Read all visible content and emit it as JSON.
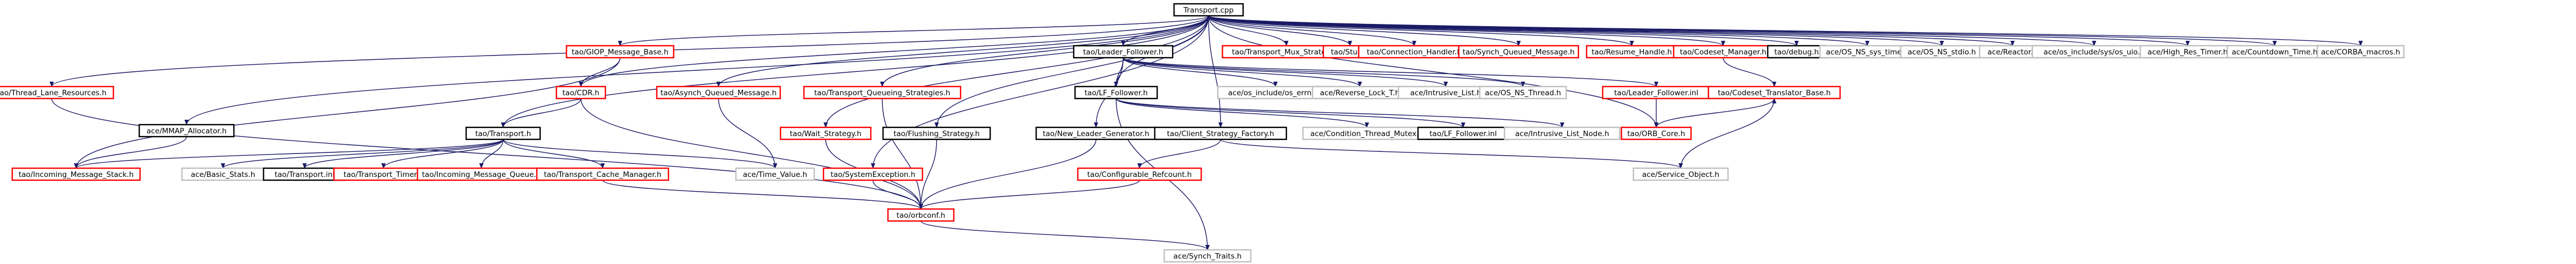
{
  "diagram": {
    "kind": "include-dependency-graph",
    "colors": {
      "root_fill": "#bfbfbf",
      "root_border": "#000000",
      "documented_border": "#ff0000",
      "external_border": "#bfbfbf",
      "internal_border": "#000000",
      "edge": "#1a1a66"
    },
    "nodes": [
      {
        "id": "transport_cpp",
        "label": "Transport.cpp",
        "kind": "root"
      },
      {
        "id": "thread_lane",
        "label": "tao/Thread_Lane_Resources.h",
        "kind": "documented"
      },
      {
        "id": "mmap_alloc",
        "label": "ace/MMAP_Allocator.h",
        "kind": "internal"
      },
      {
        "id": "giop_base",
        "label": "tao/GIOP_Message_Base.h",
        "kind": "documented"
      },
      {
        "id": "cdr",
        "label": "tao/CDR.h",
        "kind": "documented"
      },
      {
        "id": "asynch_queued",
        "label": "tao/Asynch_Queued_Message.h",
        "kind": "documented"
      },
      {
        "id": "transport_queueing",
        "label": "tao/Transport_Queueing_Strategies.h",
        "kind": "documented"
      },
      {
        "id": "wait_strategy",
        "label": "tao/Wait_Strategy.h",
        "kind": "documented"
      },
      {
        "id": "flushing",
        "label": "tao/Flushing_Strategy.h",
        "kind": "internal"
      },
      {
        "id": "leader_follower_h",
        "label": "tao/Leader_Follower.h",
        "kind": "internal"
      },
      {
        "id": "lf_follower",
        "label": "tao/LF_Follower.h",
        "kind": "internal"
      },
      {
        "id": "transport_mux",
        "label": "tao/Transport_Mux_Strategy.h",
        "kind": "documented"
      },
      {
        "id": "stub",
        "label": "tao/Stub.h",
        "kind": "documented"
      },
      {
        "id": "connection_handler",
        "label": "tao/Connection_Handler.h",
        "kind": "documented"
      },
      {
        "id": "synch_queued",
        "label": "tao/Synch_Queued_Message.h",
        "kind": "documented"
      },
      {
        "id": "resume_handle",
        "label": "tao/Resume_Handle.h",
        "kind": "documented"
      },
      {
        "id": "codeset_manager",
        "label": "tao/Codeset_Manager.h",
        "kind": "documented"
      },
      {
        "id": "debug",
        "label": "tao/debug.h",
        "kind": "internal"
      },
      {
        "id": "os_sys_time",
        "label": "ace/OS_NS_sys_time.h",
        "kind": "external"
      },
      {
        "id": "os_stdio",
        "label": "ace/OS_NS_stdio.h",
        "kind": "external"
      },
      {
        "id": "reactor",
        "label": "ace/Reactor.h",
        "kind": "external"
      },
      {
        "id": "os_uio",
        "label": "ace/os_include/sys/os_uio.h",
        "kind": "external"
      },
      {
        "id": "high_res_timer",
        "label": "ace/High_Res_Timer.h",
        "kind": "external"
      },
      {
        "id": "countdown_time",
        "label": "ace/Countdown_Time.h",
        "kind": "external"
      },
      {
        "id": "corba_macros",
        "label": "ace/CORBA_macros.h",
        "kind": "external"
      },
      {
        "id": "transport_h",
        "label": "tao/Transport.h",
        "kind": "internal"
      },
      {
        "id": "os_errno",
        "label": "ace/os_include/os_errno.h",
        "kind": "external"
      },
      {
        "id": "reverse_lock",
        "label": "ace/Reverse_Lock_T.h",
        "kind": "external"
      },
      {
        "id": "intrusive_list",
        "label": "ace/Intrusive_List.h",
        "kind": "external"
      },
      {
        "id": "os_thread",
        "label": "ace/OS_NS_Thread.h",
        "kind": "external"
      },
      {
        "id": "leader_follower_inl",
        "label": "tao/Leader_Follower.inl",
        "kind": "documented"
      },
      {
        "id": "codeset_translator",
        "label": "tao/Codeset_Translator_Base.h",
        "kind": "documented"
      },
      {
        "id": "orb_core",
        "label": "tao/ORB_Core.h",
        "kind": "documented"
      },
      {
        "id": "new_leader",
        "label": "tao/New_Leader_Generator.h",
        "kind": "internal"
      },
      {
        "id": "client_strategy",
        "label": "tao/Client_Strategy_Factory.h",
        "kind": "internal"
      },
      {
        "id": "condition_mutex",
        "label": "ace/Condition_Thread_Mutex.h",
        "kind": "external"
      },
      {
        "id": "lf_follower_inl",
        "label": "tao/LF_Follower.inl",
        "kind": "internal"
      },
      {
        "id": "intrusive_list_node",
        "label": "ace/Intrusive_List_Node.h",
        "kind": "external"
      },
      {
        "id": "incoming_stack",
        "label": "tao/Incoming_Message_Stack.h",
        "kind": "documented"
      },
      {
        "id": "basic_stats",
        "label": "ace/Basic_Stats.h",
        "kind": "external"
      },
      {
        "id": "transport_inl",
        "label": "tao/Transport.inl",
        "kind": "internal"
      },
      {
        "id": "transport_timer",
        "label": "tao/Transport_Timer.h",
        "kind": "documented"
      },
      {
        "id": "incoming_queue",
        "label": "tao/Incoming_Message_Queue.h",
        "kind": "documented"
      },
      {
        "id": "cache_manager",
        "label": "tao/Transport_Cache_Manager.h",
        "kind": "documented"
      },
      {
        "id": "time_value",
        "label": "ace/Time_Value.h",
        "kind": "external"
      },
      {
        "id": "system_exception",
        "label": "tao/SystemException.h",
        "kind": "documented"
      },
      {
        "id": "configurable_refcount",
        "label": "tao/Configurable_Refcount.h",
        "kind": "documented"
      },
      {
        "id": "service_object",
        "label": "ace/Service_Object.h",
        "kind": "external"
      },
      {
        "id": "orbconf",
        "label": "tao/orbconf.h",
        "kind": "documented"
      },
      {
        "id": "synch_traits",
        "label": "ace/Synch_Traits.h",
        "kind": "external"
      }
    ],
    "edges": [
      [
        "transport_cpp",
        "thread_lane"
      ],
      [
        "transport_cpp",
        "mmap_alloc"
      ],
      [
        "transport_cpp",
        "giop_base"
      ],
      [
        "transport_cpp",
        "asynch_queued"
      ],
      [
        "transport_cpp",
        "transport_queueing"
      ],
      [
        "transport_cpp",
        "wait_strategy"
      ],
      [
        "transport_cpp",
        "flushing"
      ],
      [
        "transport_cpp",
        "leader_follower_h"
      ],
      [
        "transport_cpp",
        "transport_mux"
      ],
      [
        "transport_cpp",
        "stub"
      ],
      [
        "transport_cpp",
        "connection_handler"
      ],
      [
        "transport_cpp",
        "synch_queued"
      ],
      [
        "transport_cpp",
        "resume_handle"
      ],
      [
        "transport_cpp",
        "codeset_manager"
      ],
      [
        "transport_cpp",
        "debug"
      ],
      [
        "transport_cpp",
        "os_sys_time"
      ],
      [
        "transport_cpp",
        "os_stdio"
      ],
      [
        "transport_cpp",
        "reactor"
      ],
      [
        "transport_cpp",
        "os_uio"
      ],
      [
        "transport_cpp",
        "high_res_timer"
      ],
      [
        "transport_cpp",
        "countdown_time"
      ],
      [
        "transport_cpp",
        "corba_macros"
      ],
      [
        "transport_cpp",
        "transport_h"
      ],
      [
        "transport_cpp",
        "cdr"
      ],
      [
        "transport_cpp",
        "system_exception"
      ],
      [
        "transport_cpp",
        "orb_core"
      ],
      [
        "transport_cpp",
        "lf_follower"
      ],
      [
        "transport_cpp",
        "client_strategy"
      ],
      [
        "giop_base",
        "cdr"
      ],
      [
        "giop_base",
        "incoming_stack"
      ],
      [
        "cdr",
        "transport_h"
      ],
      [
        "cdr",
        "orbconf"
      ],
      [
        "asynch_queued",
        "time_value"
      ],
      [
        "transport_queueing",
        "orbconf"
      ],
      [
        "wait_strategy",
        "orbconf"
      ],
      [
        "flushing",
        "orbconf"
      ],
      [
        "mmap_alloc",
        "incoming_stack"
      ],
      [
        "thread_lane",
        "orbconf"
      ],
      [
        "leader_follower_h",
        "lf_follower"
      ],
      [
        "leader_follower_h",
        "new_leader"
      ],
      [
        "leader_follower_h",
        "os_errno"
      ],
      [
        "leader_follower_h",
        "reverse_lock"
      ],
      [
        "leader_follower_h",
        "intrusive_list"
      ],
      [
        "leader_follower_h",
        "os_thread"
      ],
      [
        "leader_follower_h",
        "leader_follower_inl"
      ],
      [
        "lf_follower",
        "condition_mutex"
      ],
      [
        "lf_follower",
        "lf_follower_inl"
      ],
      [
        "lf_follower",
        "intrusive_list_node"
      ],
      [
        "lf_follower",
        "synch_traits"
      ],
      [
        "new_leader",
        "orbconf"
      ],
      [
        "client_strategy",
        "service_object"
      ],
      [
        "client_strategy",
        "configurable_refcount"
      ],
      [
        "configurable_refcount",
        "orbconf"
      ],
      [
        "leader_follower_inl",
        "orb_core"
      ],
      [
        "codeset_manager",
        "codeset_translator"
      ],
      [
        "codeset_translator",
        "service_object"
      ],
      [
        "orb_core",
        "codeset_translator"
      ],
      [
        "transport_h",
        "incoming_stack"
      ],
      [
        "transport_h",
        "basic_stats"
      ],
      [
        "transport_h",
        "transport_inl"
      ],
      [
        "transport_h",
        "transport_timer"
      ],
      [
        "transport_h",
        "incoming_queue"
      ],
      [
        "transport_h",
        "cache_manager"
      ],
      [
        "transport_h",
        "time_value"
      ],
      [
        "cache_manager",
        "orbconf"
      ],
      [
        "system_exception",
        "orbconf"
      ],
      [
        "orbconf",
        "synch_traits"
      ]
    ]
  }
}
